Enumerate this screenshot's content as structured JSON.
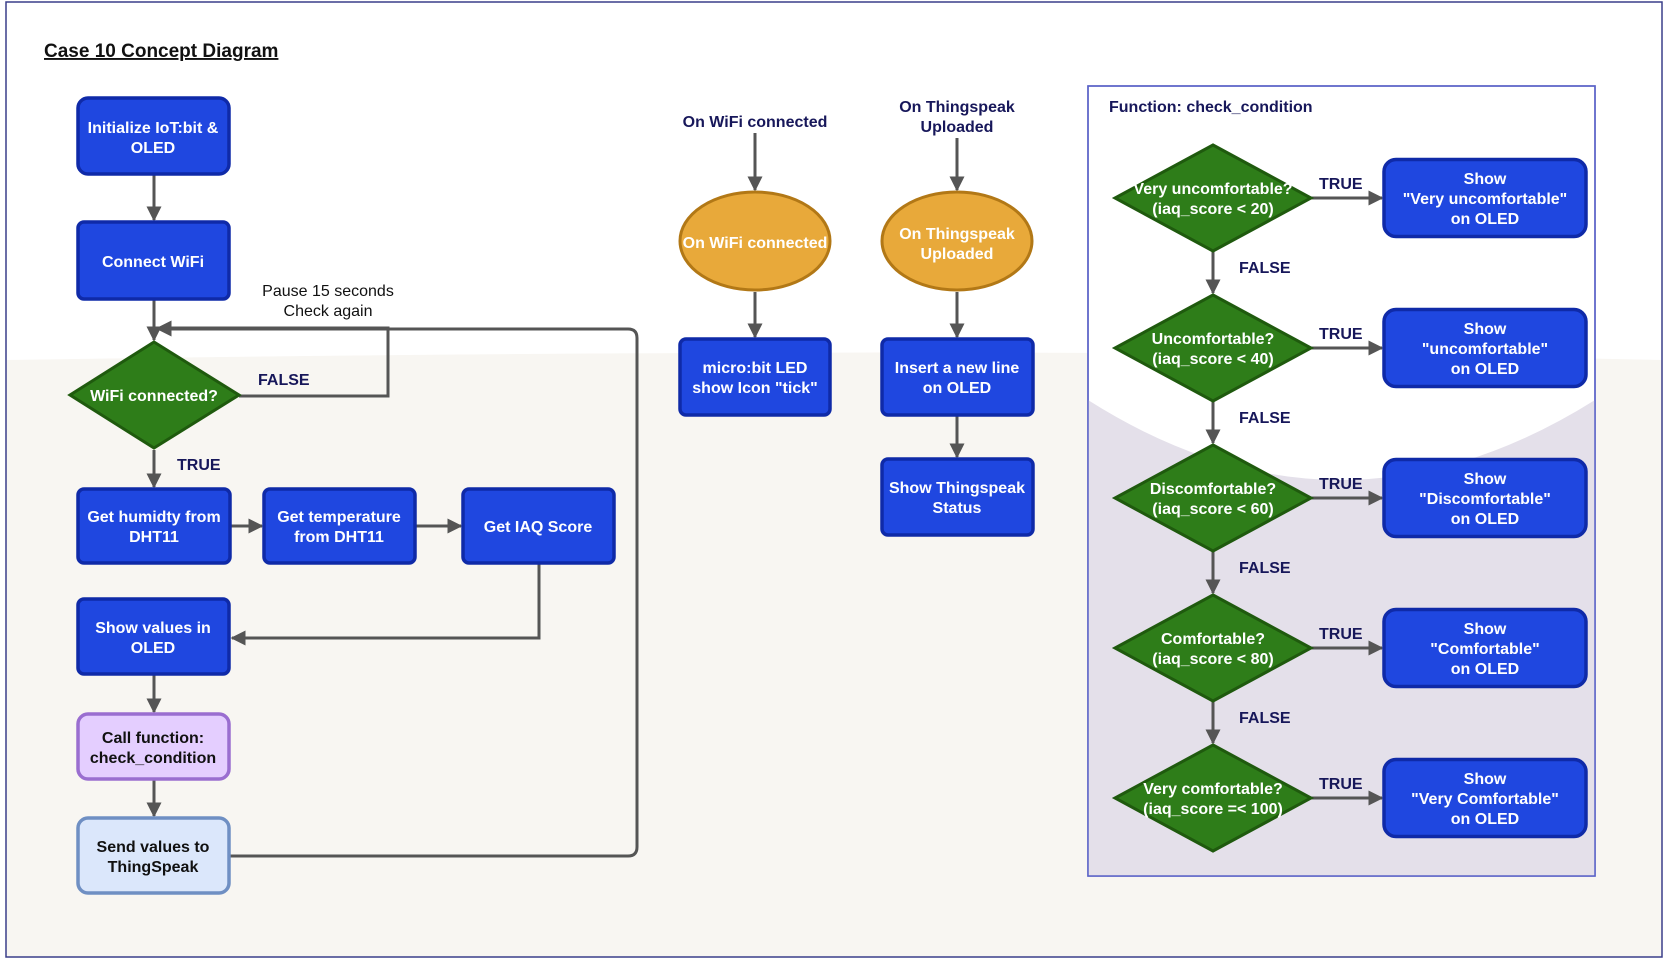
{
  "title": "Case 10 Concept Diagram",
  "main_flow": {
    "init": [
      "Initialize IoT:bit &",
      "OLED"
    ],
    "connect_wifi": [
      "Connect WiFi"
    ],
    "wifi_check": [
      "WiFi connected?"
    ],
    "pause_note": [
      "Pause 15 seconds",
      "Check again"
    ],
    "false_label": "FALSE",
    "true_label": "TRUE",
    "get_humidity": [
      "Get humidty from",
      "DHT11"
    ],
    "get_temperature": [
      "Get temperature",
      "from DHT11"
    ],
    "get_iaq": [
      "Get  IAQ Score"
    ],
    "show_values": [
      "Show values in",
      "OLED"
    ],
    "call_function": [
      "Call function:",
      "check_condition"
    ],
    "send_values": [
      "Send values to",
      "ThingSpeak"
    ]
  },
  "wifi_event": {
    "header": [
      "On WiFi connected"
    ],
    "event": [
      "On WiFi connected"
    ],
    "action": [
      "micro:bit LED",
      "show Icon \"tick\""
    ]
  },
  "thingspeak_event": {
    "header": [
      "On Thingspeak",
      "Uploaded"
    ],
    "event": [
      "On Thingspeak",
      "Uploaded"
    ],
    "action1": [
      "Insert a new line",
      "on OLED"
    ],
    "action2": [
      "Show Thingspeak",
      "Status"
    ]
  },
  "function": {
    "header": "Function: check_condition",
    "true_label": "TRUE",
    "false_label": "FALSE",
    "conditions": [
      {
        "question": [
          "Very uncomfortable?",
          "(iaq_score < 20)"
        ],
        "action": [
          "Show",
          "\"Very uncomfortable\"",
          "on OLED"
        ]
      },
      {
        "question": [
          "Uncomfortable?",
          "(iaq_score < 40)"
        ],
        "action": [
          "Show",
          "\"uncomfortable\"",
          "on OLED"
        ]
      },
      {
        "question": [
          "Discomfortable?",
          "(iaq_score < 60)"
        ],
        "action": [
          "Show",
          "\"Discomfortable\"",
          "on OLED"
        ]
      },
      {
        "question": [
          "Comfortable?",
          "(iaq_score < 80)"
        ],
        "action": [
          "Show",
          "\"Comfortable\"",
          "on OLED"
        ]
      },
      {
        "question": [
          "Very comfortable?",
          "(iaq_score =< 100)"
        ],
        "action": [
          "Show",
          "\"Very Comfortable\"",
          "on OLED"
        ]
      }
    ]
  },
  "colors": {
    "process": "#1f47e0",
    "decision": "#2e7d19",
    "event": "#e8a93a",
    "call": "#e4ceff",
    "send": "#dbe7fb",
    "connector": "#555555"
  }
}
